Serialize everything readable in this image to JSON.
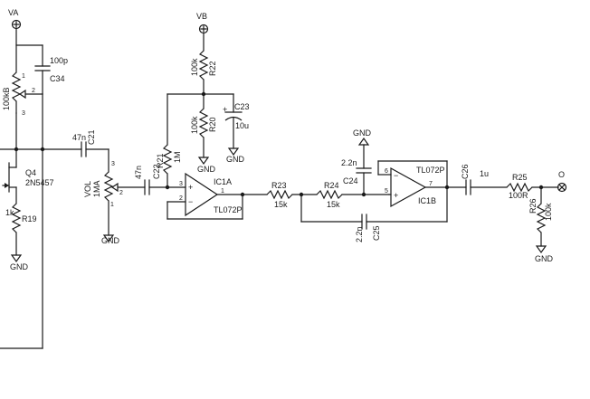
{
  "power": {
    "va": "VA",
    "vb": "VB",
    "gnd": "GND",
    "out": "O"
  },
  "components": {
    "c34": {
      "ref": "C34",
      "value": "100p"
    },
    "pot_a": {
      "ref": "100kB",
      "pin1": "1",
      "pin2": "2",
      "pin3": "3"
    },
    "c21": {
      "ref": "C21",
      "value": "47n"
    },
    "q4": {
      "ref": "Q4",
      "part": "2N5457"
    },
    "r19": {
      "ref": "R19",
      "value": "1k"
    },
    "vol": {
      "ref": "VOL",
      "value": "1MA",
      "pin1": "1",
      "pin2": "2",
      "pin3": "3"
    },
    "c22": {
      "ref": "C22",
      "value": "47n"
    },
    "r22": {
      "ref": "R22",
      "value": "100k"
    },
    "r20": {
      "ref": "R20",
      "value": "100k"
    },
    "r21": {
      "ref": "R21",
      "value": "1M"
    },
    "c23": {
      "ref": "C23",
      "value": "10u",
      "polarity": "+"
    },
    "ic1a": {
      "ref": "IC1A",
      "part": "TL072P",
      "pin_in_p": "3",
      "pin_in_n": "2",
      "pin_out": "1",
      "sign_p": "+",
      "sign_n": "−"
    },
    "r23": {
      "ref": "R23",
      "value": "15k"
    },
    "r24": {
      "ref": "R24",
      "value": "15k"
    },
    "c24": {
      "ref": "C24",
      "value": "2.2n"
    },
    "c25": {
      "ref": "C25",
      "value": "2.2n"
    },
    "ic1b": {
      "ref": "IC1B",
      "part": "TL072P",
      "pin_in_n": "6",
      "pin_in_p": "5",
      "pin_out": "7",
      "sign_p": "+",
      "sign_n": "−"
    },
    "c26": {
      "ref": "C26",
      "value": "1u"
    },
    "r25": {
      "ref": "R25",
      "value": "100R"
    },
    "r26": {
      "ref": "R26",
      "value": "100k"
    }
  }
}
